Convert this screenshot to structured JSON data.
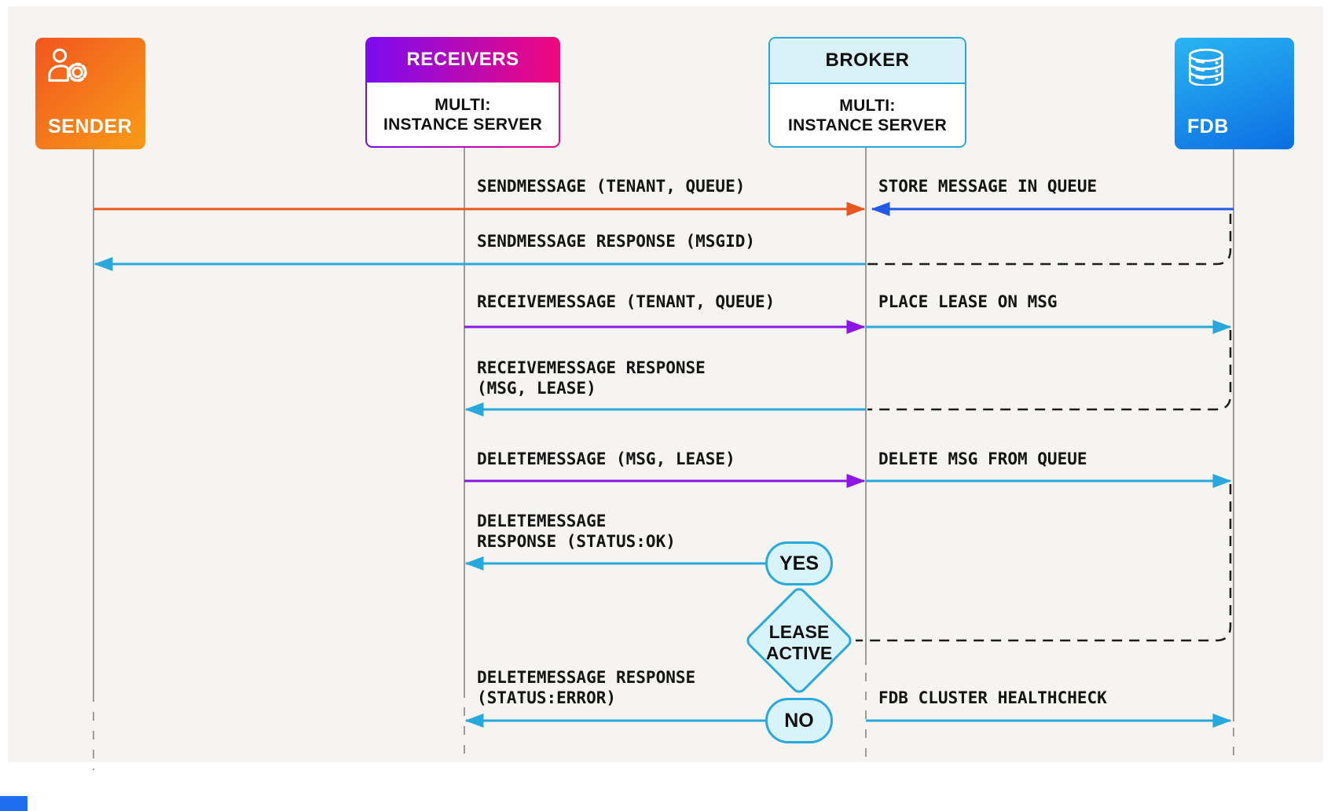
{
  "diagram": {
    "actors": {
      "sender": {
        "label": "SENDER",
        "icon": "user-gear-icon"
      },
      "receivers": {
        "title": "RECEIVERS",
        "subtitle": "MULTI:\nINSTANCE SERVER"
      },
      "broker": {
        "title": "BROKER",
        "subtitle": "MULTI:\nINSTANCE SERVER"
      },
      "fdb": {
        "label": "FDB",
        "icon": "database-icon"
      }
    },
    "messages": {
      "send_message": "SENDMESSAGE (TENANT, QUEUE)",
      "store_message": "STORE MESSAGE IN QUEUE",
      "send_response": "SENDMESSAGE RESPONSE (MSGID)",
      "receive_message": "RECEIVEMESSAGE (TENANT, QUEUE)",
      "place_lease": "PLACE LEASE ON MSG",
      "receive_response": "RECEIVEMESSAGE RESPONSE\n(MSG, LEASE)",
      "delete_message": "DELETEMESSAGE (MSG, LEASE)",
      "delete_from_queue": "DELETE MSG FROM QUEUE",
      "delete_response_ok": "DELETEMESSAGE\nRESPONSE (STATUS:OK)",
      "delete_response_error": "DELETEMESSAGE RESPONSE\n(STATUS:ERROR)",
      "fdb_healthcheck": "FDB CLUSTER HEALTHCHECK"
    },
    "decision": {
      "condition": "LEASE\nACTIVE",
      "yes_label": "YES",
      "no_label": "NO"
    },
    "colors": {
      "sender_arrow": "#E8571E",
      "store_arrow": "#2458E6",
      "response_arrow": "#29A8DC",
      "receiver_arrow": "#8C16E3",
      "dashed_return": "#1C1C1C",
      "lifeline": "#9C9C9C",
      "sender_gradient": [
        "#F1561F",
        "#F89B16"
      ],
      "receivers_gradient": [
        "#7A0BF0",
        "#F2077D"
      ],
      "fdb_gradient": [
        "#29B5F2",
        "#0B6EE3"
      ],
      "broker_header_fill": "#D9F1F9",
      "decision_fill": "#D9F3FB",
      "decision_border": "#29A8DC",
      "canvas_background": "#F5F4F1"
    }
  }
}
